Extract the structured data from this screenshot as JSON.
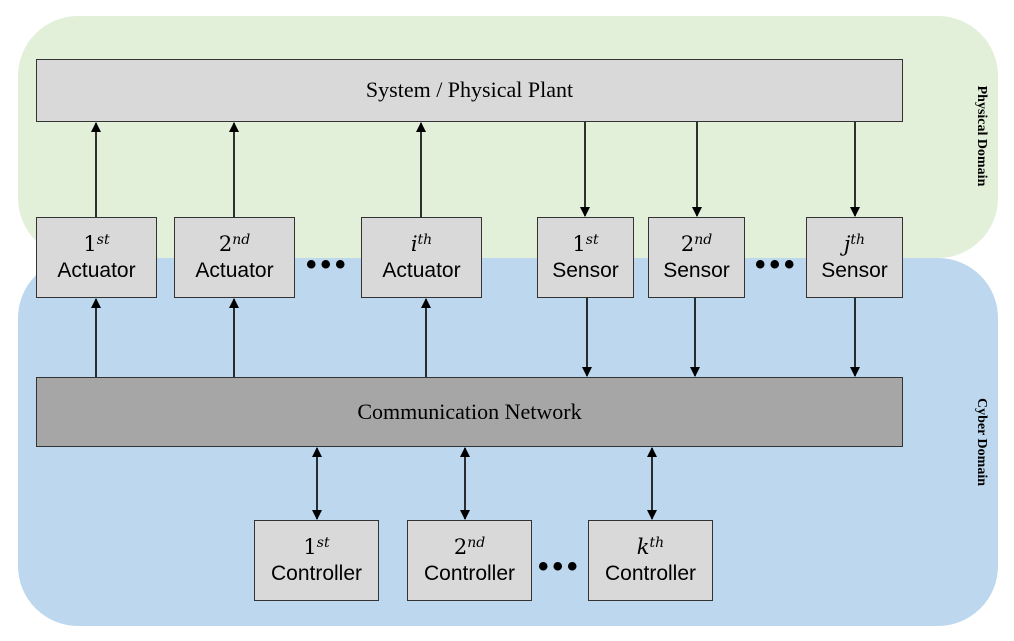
{
  "domains": {
    "physical": "Physical Domain",
    "cyber": "Cyber Domain"
  },
  "plant": "System / Physical Plant",
  "network": "Communication Network",
  "actuators": [
    {
      "num": "1",
      "sup": "st",
      "label": "Actuator"
    },
    {
      "num": "2",
      "sup": "nd",
      "label": "Actuator"
    },
    {
      "num": "i",
      "sup": "th",
      "label": "Actuator"
    }
  ],
  "sensors": [
    {
      "num": "1",
      "sup": "st",
      "label": "Sensor"
    },
    {
      "num": "2",
      "sup": "nd",
      "label": "Sensor"
    },
    {
      "num": "j",
      "sup": "th",
      "label": "Sensor"
    }
  ],
  "controllers": [
    {
      "num": "1",
      "sup": "st",
      "label": "Controller"
    },
    {
      "num": "2",
      "sup": "nd",
      "label": "Controller"
    },
    {
      "num": "k",
      "sup": "th",
      "label": "Controller"
    }
  ],
  "ellipsis": "•••"
}
